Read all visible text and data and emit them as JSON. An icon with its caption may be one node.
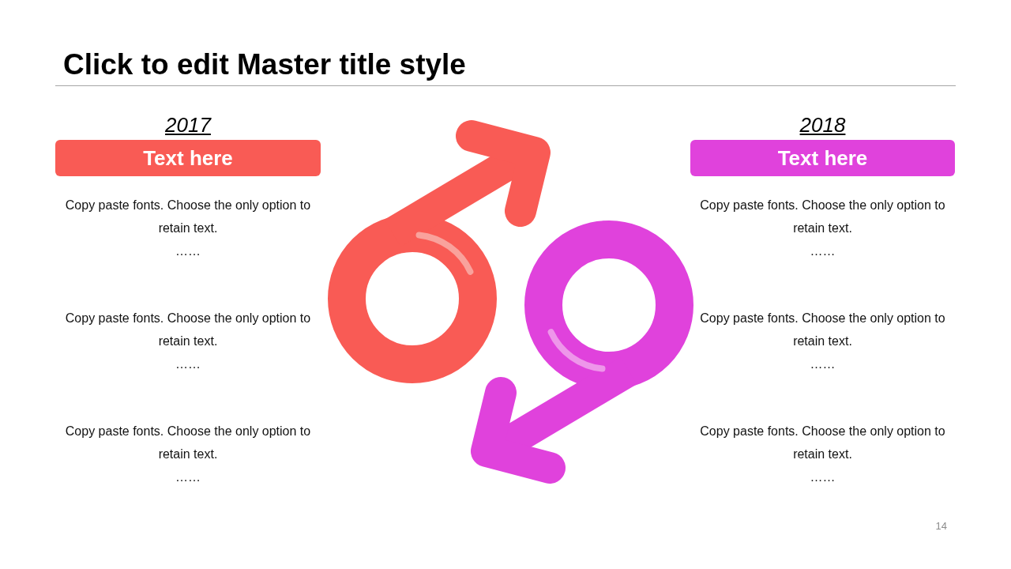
{
  "diagram": {
    "title": "Click to edit Master title style",
    "nodes": [
      {
        "text": [
          "2017",
          "Text here"
        ]
      },
      {
        "text": [
          "2018",
          "Text here"
        ]
      }
    ],
    "labels": [
      "Copy paste fonts. Choose the only option to retain text.",
      "……",
      "Copy paste fonts. Choose the only option to retain text.",
      "……",
      "Copy paste fonts. Choose the only option to retain text.",
      "……",
      "Copy paste fonts. Choose the only option to retain text.",
      "……",
      "Copy paste fonts. Choose the only option to retain text.",
      "……",
      "Copy paste fonts. Choose the only option to retain text.",
      "……",
      "14"
    ]
  }
}
